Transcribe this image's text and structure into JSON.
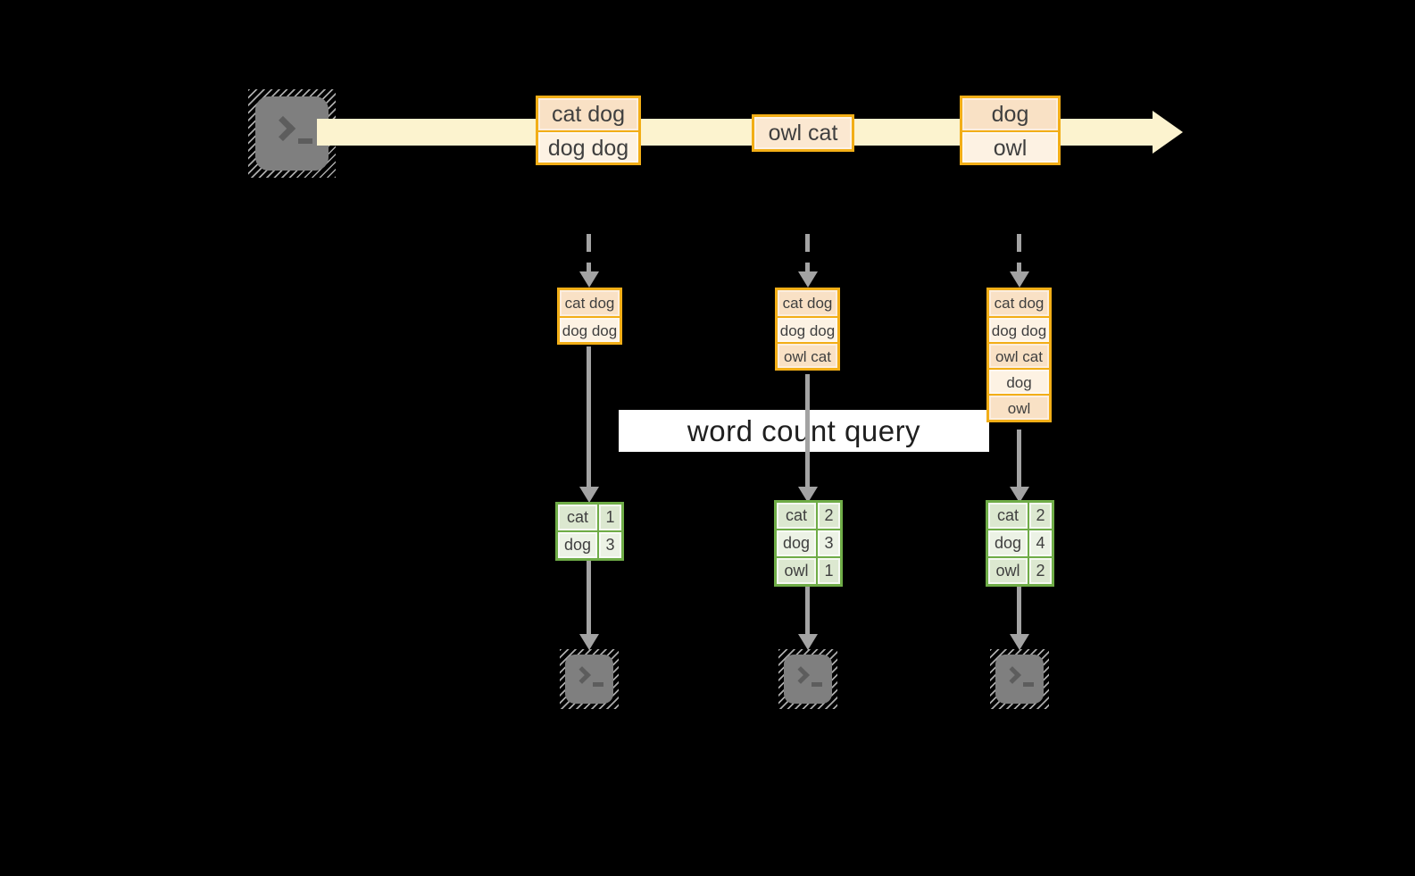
{
  "colors": {
    "canvas-bg": "#000000",
    "band": "#fcf3cf",
    "accent-orange": "#f2ae17",
    "fill-peach": "#f9e1c5",
    "fill-cream": "#fdf2e3",
    "green-border": "#6fac47",
    "green-dark": "#dce8d0",
    "green-light": "#ecf2e5",
    "arrow-gray": "#a3a3a3",
    "terminal-gray": "#7f7f7f",
    "glyph-gray": "#5d5d5d",
    "text-dark": "#3f3f3f",
    "query-bg": "#ffffff",
    "query-text": "#1f1f1f"
  },
  "icons": {
    "source": "terminal-prompt-icon",
    "outputs": "terminal-prompt-icon"
  },
  "query_label": "word count query",
  "stream": {
    "events": [
      {
        "lines": [
          "cat dog",
          "dog dog"
        ]
      },
      {
        "lines": [
          "owl cat"
        ]
      },
      {
        "lines": [
          "dog",
          "owl"
        ]
      }
    ]
  },
  "columns": [
    {
      "buffer": [
        "cat dog",
        "dog dog"
      ],
      "counts": [
        [
          "cat",
          "1"
        ],
        [
          "dog",
          "3"
        ]
      ]
    },
    {
      "buffer": [
        "cat dog",
        "dog dog",
        "owl cat"
      ],
      "counts": [
        [
          "cat",
          "2"
        ],
        [
          "dog",
          "3"
        ],
        [
          "owl",
          "1"
        ]
      ]
    },
    {
      "buffer": [
        "cat dog",
        "dog dog",
        "owl cat",
        "dog",
        "owl"
      ],
      "counts": [
        [
          "cat",
          "2"
        ],
        [
          "dog",
          "4"
        ],
        [
          "owl",
          "2"
        ]
      ]
    }
  ]
}
